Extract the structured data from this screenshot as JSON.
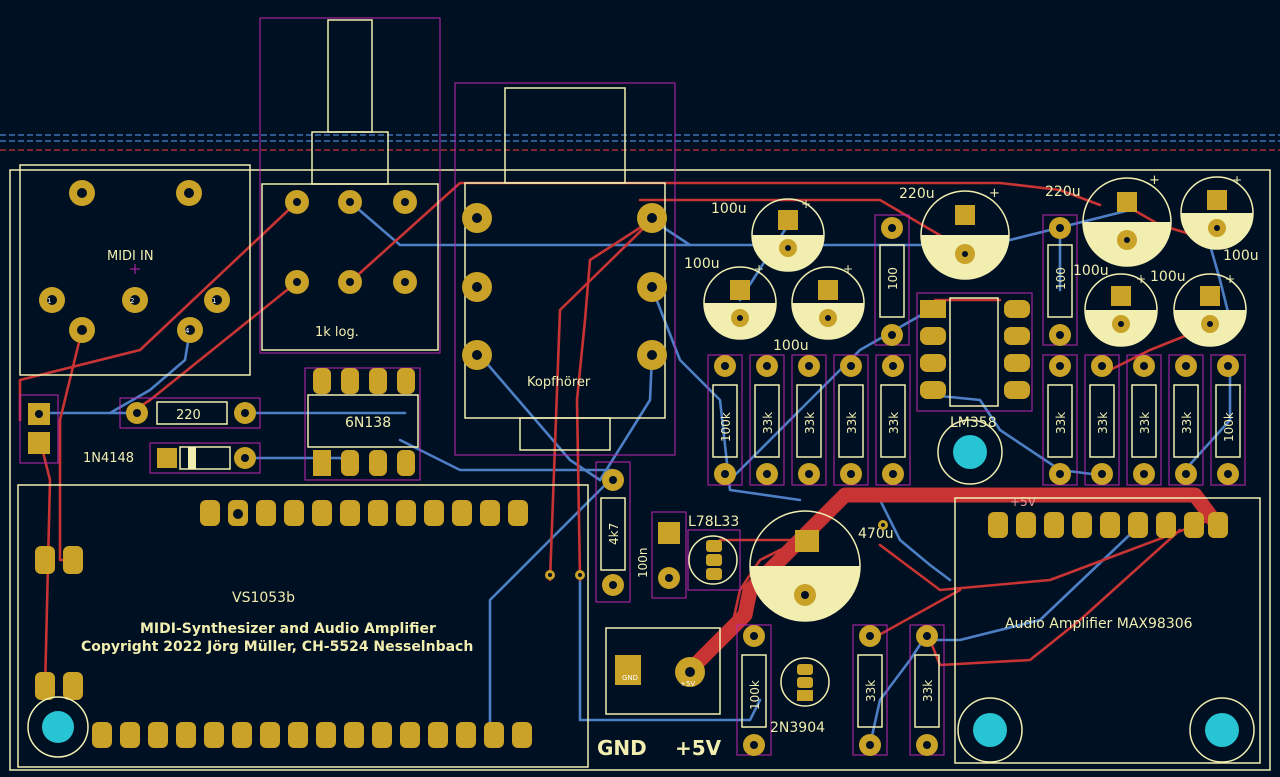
{
  "colors": {
    "board": "#001023",
    "silkscreen": "#f2eeb0",
    "courtyard": "#c026b0",
    "copper_top": "#c83434",
    "copper_bottom": "#4d7fc4",
    "pad": "#c9a227",
    "mounting_hole": "#27c4d4"
  },
  "labels": {
    "midi_in": "MIDI IN",
    "pot": "1k log.",
    "headphone": "Kopfhörer",
    "optocoupler": "6N138",
    "resistor_220": "220",
    "diode": "1N4148",
    "opamp": "LM358",
    "regulator": "L78L33",
    "transistor": "2N3904",
    "module_synth": "VS1053b",
    "amp_module": "Audio Amplifier MAX98306",
    "title_line1": "MIDI-Synthesizer and Audio Amplifier",
    "title_line2": "Copyright 2022 Jörg Müller, CH-5524 Nesselnbach",
    "gnd": "GND",
    "plus5v": "+5V",
    "net_5v": "+5V",
    "cap_100u": "100u",
    "cap_220u": "220u",
    "cap_470u": "470u",
    "cap_100n": "100n",
    "res_100k": "100k",
    "res_33k": "33k",
    "res_100": "100",
    "res_4k7": "4k7",
    "pad_gnd": "GND",
    "pad_5v": "+5V"
  }
}
